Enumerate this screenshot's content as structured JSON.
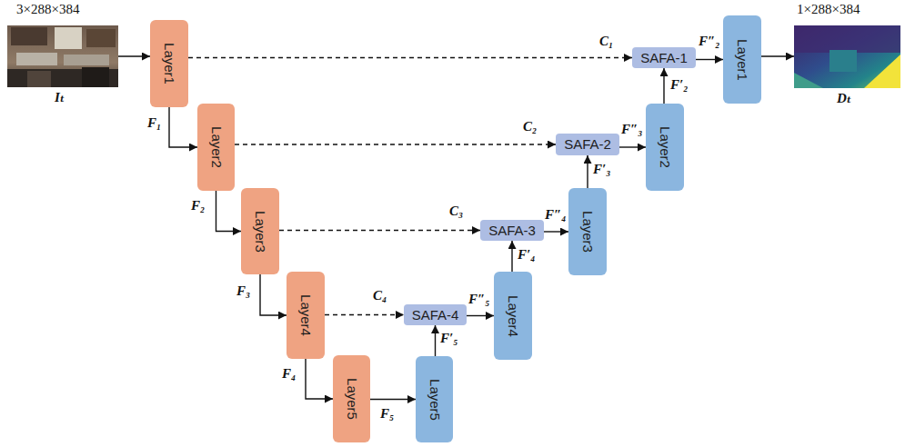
{
  "diagram": {
    "nodes": [
      {
        "text": [
          "Layer1"
        ]
      },
      {
        "text": [
          "Layer2"
        ]
      },
      {
        "text": [
          "Layer3"
        ]
      },
      {
        "text": [
          "Layer4"
        ]
      },
      {
        "text": [
          "Layer5"
        ]
      },
      {
        "text": [
          "Layer5"
        ]
      },
      {
        "text": [
          "SAFA-4"
        ]
      },
      {
        "text": [
          "Layer4"
        ]
      },
      {
        "text": [
          "SAFA-3"
        ]
      },
      {
        "text": [
          "Layer3"
        ]
      },
      {
        "text": [
          "SAFA-2"
        ]
      },
      {
        "text": [
          "Layer2"
        ]
      },
      {
        "text": [
          "SAFA-1"
        ]
      },
      {
        "text": [
          "Layer1"
        ]
      }
    ],
    "edges": [
      {
        "from": 0,
        "to": 1,
        "arrow": "to",
        "label": "F₁"
      },
      {
        "from": 1,
        "to": 2,
        "arrow": "to",
        "label": "F₂"
      },
      {
        "from": 2,
        "to": 3,
        "arrow": "to",
        "label": "F₃"
      },
      {
        "from": 3,
        "to": 4,
        "arrow": "to",
        "label": "F₄"
      },
      {
        "from": 4,
        "to": 5,
        "arrow": "to",
        "label": "F₅"
      },
      {
        "from": 5,
        "to": 6,
        "arrow": "to",
        "label": "F′₅"
      },
      {
        "from": 3,
        "to": 6,
        "arrow": "to",
        "label": "C₄"
      },
      {
        "from": 6,
        "to": 7,
        "arrow": "to",
        "label": "F″₅"
      },
      {
        "from": 7,
        "to": 8,
        "arrow": "to",
        "label": "F′₄"
      },
      {
        "from": 2,
        "to": 8,
        "arrow": "to",
        "label": "C₃"
      },
      {
        "from": 8,
        "to": 9,
        "arrow": "to",
        "label": "F″₄"
      },
      {
        "from": 9,
        "to": 10,
        "arrow": "to",
        "label": "F′₃"
      },
      {
        "from": 1,
        "to": 10,
        "arrow": "to",
        "label": "C₂"
      },
      {
        "from": 10,
        "to": 11,
        "arrow": "to",
        "label": "F″₃"
      },
      {
        "from": 11,
        "to": 12,
        "arrow": "to",
        "label": "F′₂"
      },
      {
        "from": 0,
        "to": 12,
        "arrow": "to",
        "label": "C₁"
      },
      {
        "from": 12,
        "to": 13,
        "arrow": "to",
        "label": "F″₂"
      }
    ],
    "labels": [
      "3×288×384",
      "Iₜ",
      "1×288×384",
      "Dₜ"
    ]
  }
}
